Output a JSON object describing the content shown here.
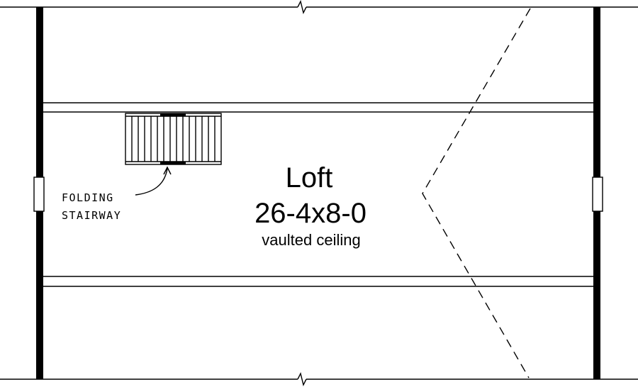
{
  "room": {
    "name": "Loft",
    "dimensions": "26-4x8-0",
    "note": "vaulted ceiling"
  },
  "stair_callout": {
    "line1": "FOLDING",
    "line2": "STAIRWAY"
  },
  "colors": {
    "ink": "#000000",
    "paper": "#ffffff"
  }
}
